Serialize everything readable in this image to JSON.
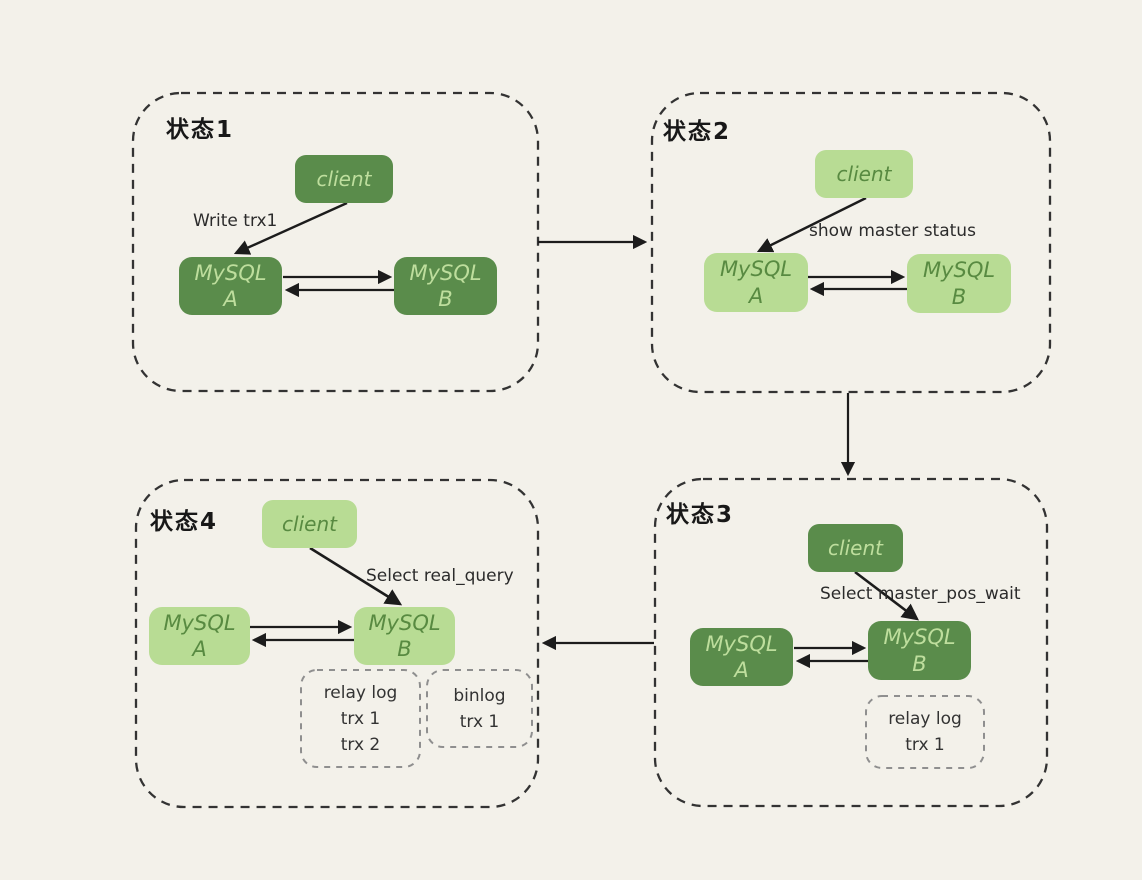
{
  "colors": {
    "background": "#f3f1ea",
    "dark_green": "#5a8c4b",
    "light_green": "#b8dc94",
    "text_on_dark": "#bede9d",
    "text_on_light": "#588a41",
    "arrow_line": "#1c1c1c",
    "state_border": "#333333",
    "log_border": "#8f8f8f"
  },
  "state1": {
    "title": "状态1",
    "client": "client",
    "action": "Write trx1",
    "mysql_a": {
      "name": "MySQL",
      "letter": "A"
    },
    "mysql_b": {
      "name": "MySQL",
      "letter": "B"
    }
  },
  "state2": {
    "title": "状态2",
    "client": "client",
    "action": "show master status",
    "mysql_a": {
      "name": "MySQL",
      "letter": "A"
    },
    "mysql_b": {
      "name": "MySQL",
      "letter": "B"
    }
  },
  "state3": {
    "title": "状态3",
    "client": "client",
    "action": "Select master_pos_wait",
    "mysql_a": {
      "name": "MySQL",
      "letter": "A"
    },
    "mysql_b": {
      "name": "MySQL",
      "letter": "B"
    },
    "relay_log": {
      "title": "relay log",
      "entries": [
        "trx 1"
      ]
    }
  },
  "state4": {
    "title": "状态4",
    "client": "client",
    "action": "Select real_query",
    "mysql_a": {
      "name": "MySQL",
      "letter": "A"
    },
    "mysql_b": {
      "name": "MySQL",
      "letter": "B"
    },
    "relay_log": {
      "title": "relay log",
      "entries": [
        "trx 1",
        "trx 2"
      ]
    },
    "binlog": {
      "title": "binlog",
      "entries": [
        "trx 1"
      ]
    }
  }
}
